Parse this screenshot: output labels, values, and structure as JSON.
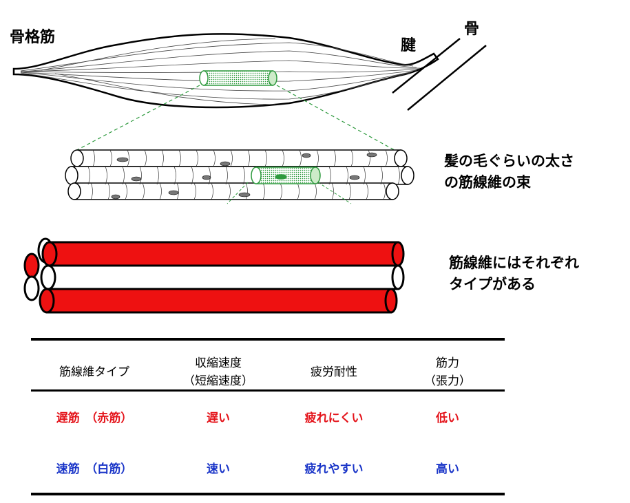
{
  "labels": {
    "skeletal_muscle": "骨格筋",
    "tendon": "腱",
    "bone": "骨",
    "bundle_caption_line1": "髪の毛ぐらいの太さ",
    "bundle_caption_line2": "の筋線維の束",
    "types_caption_line1": "筋線維にはそれぞれ",
    "types_caption_line2": "タイプがある"
  },
  "table": {
    "headers": [
      {
        "line1": "筋線維タイプ",
        "line2": ""
      },
      {
        "line1": "収縮速度",
        "line2": "（短縮速度）"
      },
      {
        "line1": "疲労耐性",
        "line2": ""
      },
      {
        "line1": "筋力",
        "line2": "（張力）"
      }
    ],
    "rows": [
      {
        "kind": "slow",
        "color": "#e4141b",
        "cells": [
          "遅筋　（赤筋）",
          "遅い",
          "疲れにくい",
          "低い"
        ]
      },
      {
        "kind": "fast",
        "color": "#1a35c8",
        "cells": [
          "速筋　（白筋）",
          "速い",
          "疲れやすい",
          "高い"
        ]
      }
    ]
  },
  "colors": {
    "red_fiber": "#ee1111",
    "zoom_lines": "#2e9a3e",
    "highlight_fill": "#cdebc9"
  }
}
